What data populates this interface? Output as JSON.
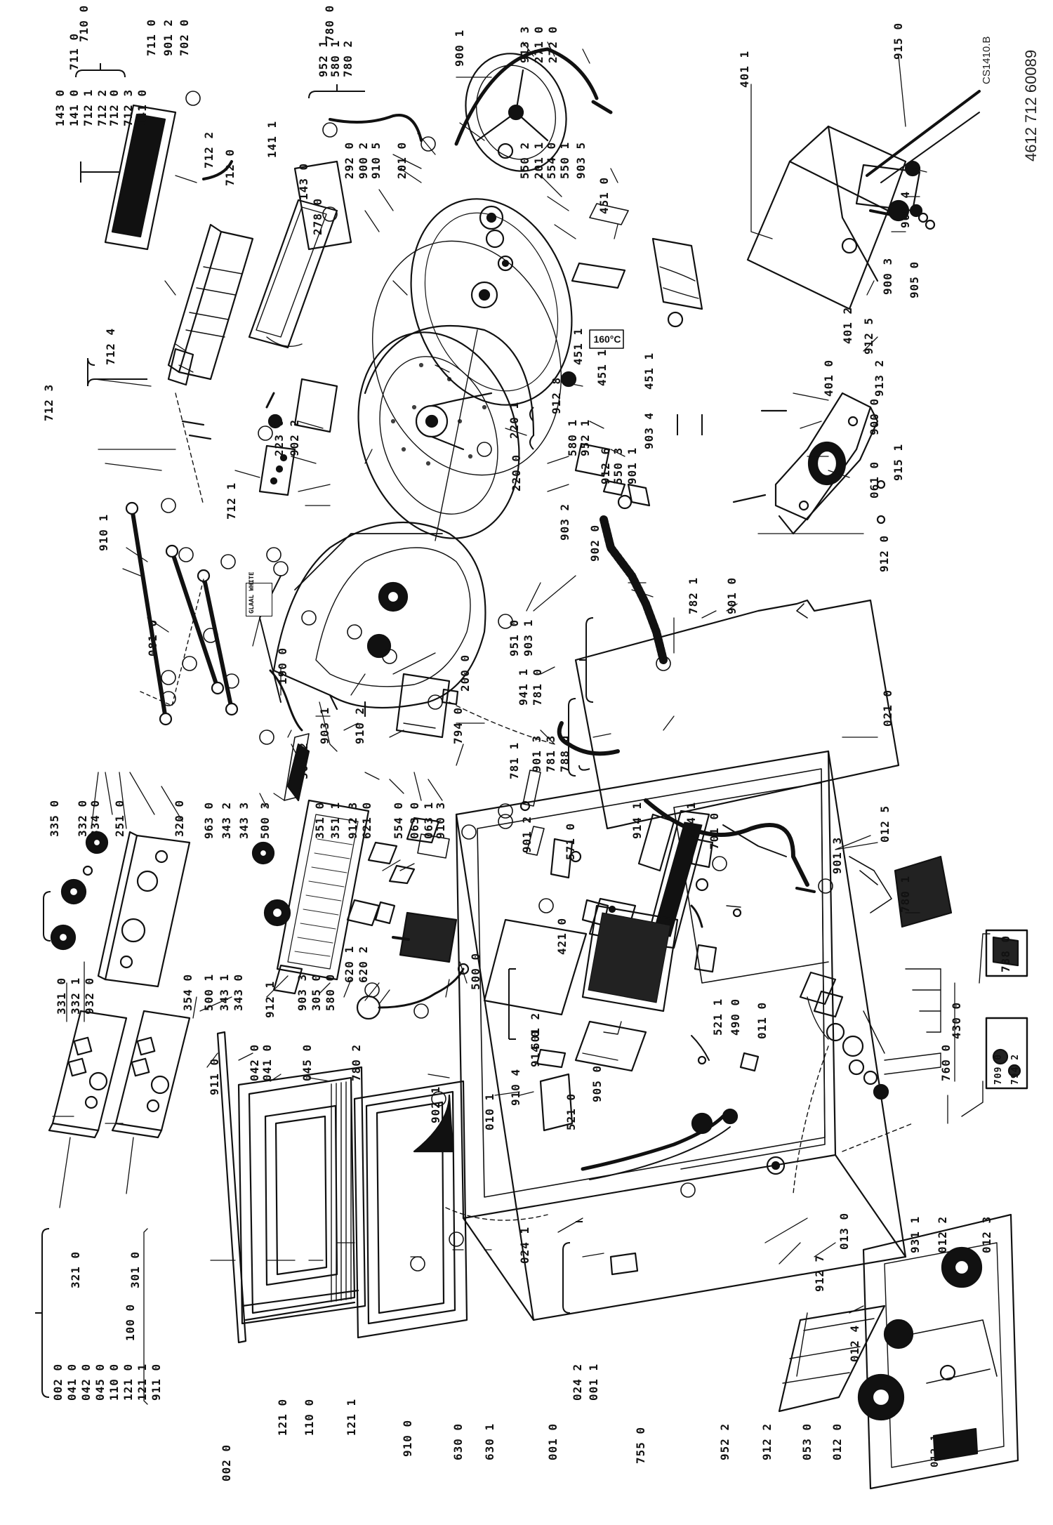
{
  "diagram": {
    "reference_code": "4612 712 60089",
    "sheet_code": "CS1410.B",
    "labels": [
      {
        "id": "l1",
        "text": "100 0"
      },
      {
        "id": "l2",
        "text": "002 0"
      },
      {
        "id": "l3",
        "text": "041 0"
      },
      {
        "id": "l4",
        "text": "042 0"
      },
      {
        "id": "l5",
        "text": "045 0"
      },
      {
        "id": "l6",
        "text": "110 0"
      },
      {
        "id": "l7",
        "text": "121 0"
      },
      {
        "id": "l8",
        "text": "121 1"
      },
      {
        "id": "l9",
        "text": "911 0"
      },
      {
        "id": "l10",
        "text": "002 0"
      },
      {
        "id": "l11",
        "text": "121 0"
      },
      {
        "id": "l12",
        "text": "110 0"
      },
      {
        "id": "l13",
        "text": "121 1"
      },
      {
        "id": "l14",
        "text": "910 0"
      },
      {
        "id": "l15",
        "text": "630 0"
      },
      {
        "id": "l16",
        "text": "630 1"
      },
      {
        "id": "l17",
        "text": "001 0"
      },
      {
        "id": "l18",
        "text": "024 2"
      },
      {
        "id": "l19",
        "text": "001 1"
      },
      {
        "id": "l20",
        "text": "755 0"
      },
      {
        "id": "l21",
        "text": "952 2"
      },
      {
        "id": "l22",
        "text": "912 2"
      },
      {
        "id": "l23",
        "text": "053 0"
      },
      {
        "id": "l24",
        "text": "012 0"
      },
      {
        "id": "l25",
        "text": "321 0"
      },
      {
        "id": "l26",
        "text": "301 0"
      },
      {
        "id": "l27",
        "text": "911 0"
      },
      {
        "id": "l28",
        "text": "042 0"
      },
      {
        "id": "l29",
        "text": "041 0"
      },
      {
        "id": "l30",
        "text": "045 0"
      },
      {
        "id": "l31",
        "text": "780 2"
      },
      {
        "id": "l32",
        "text": "902 1"
      },
      {
        "id": "l33",
        "text": "010 1"
      },
      {
        "id": "l34",
        "text": "910 4"
      },
      {
        "id": "l35",
        "text": "914 0"
      },
      {
        "id": "l36",
        "text": "521 0"
      },
      {
        "id": "l37",
        "text": "905 0"
      },
      {
        "id": "l38",
        "text": "024 1"
      },
      {
        "id": "l39",
        "text": "601 2"
      },
      {
        "id": "l40",
        "text": "013 0"
      },
      {
        "id": "l41",
        "text": "912 7"
      },
      {
        "id": "l42",
        "text": "931 1"
      },
      {
        "id": "l43",
        "text": "012 2"
      },
      {
        "id": "l44",
        "text": "012 3"
      },
      {
        "id": "l45",
        "text": "012 4"
      },
      {
        "id": "l46",
        "text": "012 1"
      },
      {
        "id": "l47",
        "text": "331 0"
      },
      {
        "id": "l48",
        "text": "332 1"
      },
      {
        "id": "l49",
        "text": "932 0"
      },
      {
        "id": "l50",
        "text": "354 0"
      },
      {
        "id": "l51",
        "text": "500 1"
      },
      {
        "id": "l52",
        "text": "343 1"
      },
      {
        "id": "l53",
        "text": "343 0"
      },
      {
        "id": "l54",
        "text": "912 1"
      },
      {
        "id": "l55",
        "text": "903 3"
      },
      {
        "id": "l56",
        "text": "305 0"
      },
      {
        "id": "l57",
        "text": "580 0"
      },
      {
        "id": "l58",
        "text": "620 1"
      },
      {
        "id": "l59",
        "text": "620 2"
      },
      {
        "id": "l60",
        "text": "500 0"
      },
      {
        "id": "l61",
        "text": "335 0"
      },
      {
        "id": "l62",
        "text": "332 0"
      },
      {
        "id": "l63",
        "text": "334 0"
      },
      {
        "id": "l64",
        "text": "251 0"
      },
      {
        "id": "l65",
        "text": "320 0"
      },
      {
        "id": "l66",
        "text": "963 0"
      },
      {
        "id": "l67",
        "text": "343 2"
      },
      {
        "id": "l68",
        "text": "343 3"
      },
      {
        "id": "l69",
        "text": "500 3"
      },
      {
        "id": "l70",
        "text": "500 2"
      },
      {
        "id": "l71",
        "text": "351 0"
      },
      {
        "id": "l72",
        "text": "351 1"
      },
      {
        "id": "l73",
        "text": "912 3"
      },
      {
        "id": "l74",
        "text": "621 0"
      },
      {
        "id": "l75",
        "text": "554 0"
      },
      {
        "id": "l76",
        "text": "063 0"
      },
      {
        "id": "l77",
        "text": "063 1"
      },
      {
        "id": "l78",
        "text": "910 3"
      },
      {
        "id": "l79",
        "text": "081 0"
      },
      {
        "id": "l80",
        "text": "190 0"
      },
      {
        "id": "l81",
        "text": "910 1"
      },
      {
        "id": "l82",
        "text": "910 2"
      },
      {
        "id": "l83",
        "text": "903 1"
      },
      {
        "id": "l84",
        "text": "794 0"
      },
      {
        "id": "l85",
        "text": "200 0"
      },
      {
        "id": "l86",
        "text": "951 0"
      },
      {
        "id": "l87",
        "text": "903 1"
      },
      {
        "id": "l88",
        "text": "941 1"
      },
      {
        "id": "l89",
        "text": "781 0"
      },
      {
        "id": "l90",
        "text": "901 3"
      },
      {
        "id": "l91",
        "text": "781 3"
      },
      {
        "id": "l92",
        "text": "788 0"
      },
      {
        "id": "l93",
        "text": "781 1"
      },
      {
        "id": "l94",
        "text": "901 2"
      },
      {
        "id": "l95",
        "text": "571 0"
      },
      {
        "id": "l96",
        "text": "914 1"
      },
      {
        "id": "l97",
        "text": "794 1"
      },
      {
        "id": "l98",
        "text": "701 0"
      },
      {
        "id": "l99",
        "text": "421 0"
      },
      {
        "id": "l100",
        "text": "521 1"
      },
      {
        "id": "l101",
        "text": "490 0"
      },
      {
        "id": "l102",
        "text": "011 0"
      },
      {
        "id": "l103",
        "text": "712 3"
      },
      {
        "id": "l104",
        "text": "712 4"
      },
      {
        "id": "l105",
        "text": "712 1"
      },
      {
        "id": "l106",
        "text": "223 0"
      },
      {
        "id": "l107",
        "text": "902 2"
      },
      {
        "id": "l108",
        "text": "220 1"
      },
      {
        "id": "l109",
        "text": "220 0"
      },
      {
        "id": "l110",
        "text": "912 8"
      },
      {
        "id": "l111",
        "text": "580 1"
      },
      {
        "id": "l112",
        "text": "952 1"
      },
      {
        "id": "l113",
        "text": "903 2"
      },
      {
        "id": "l114",
        "text": "902 0"
      },
      {
        "id": "l115",
        "text": "912 6"
      },
      {
        "id": "l116",
        "text": "550 3"
      },
      {
        "id": "l117",
        "text": "901 1"
      },
      {
        "id": "l118",
        "text": "903 4"
      },
      {
        "id": "l119",
        "text": "451 1"
      },
      {
        "id": "l120",
        "text": "451 1"
      },
      {
        "id": "l121",
        "text": "782 1"
      },
      {
        "id": "l122",
        "text": "901 0"
      },
      {
        "id": "l123",
        "text": "021 0"
      },
      {
        "id": "l124",
        "text": "901 3"
      },
      {
        "id": "l125",
        "text": "012 5"
      },
      {
        "id": "l126",
        "text": "780 1"
      },
      {
        "id": "l127",
        "text": "788 0"
      },
      {
        "id": "l128",
        "text": "430 0"
      },
      {
        "id": "l129",
        "text": "760 0"
      },
      {
        "id": "l130",
        "text": "709 0"
      },
      {
        "id": "l131",
        "text": "794 2"
      },
      {
        "id": "l132",
        "text": "143 0"
      },
      {
        "id": "l133",
        "text": "141 0"
      },
      {
        "id": "l134",
        "text": "712 1"
      },
      {
        "id": "l135",
        "text": "712 2"
      },
      {
        "id": "l136",
        "text": "711 0"
      },
      {
        "id": "l137",
        "text": "710 0"
      },
      {
        "id": "l138",
        "text": "712 0"
      },
      {
        "id": "l139",
        "text": "712 3"
      },
      {
        "id": "l140",
        "text": "141 0"
      },
      {
        "id": "l141",
        "text": "711 0"
      },
      {
        "id": "l142",
        "text": "901 2"
      },
      {
        "id": "l143",
        "text": "702 0"
      },
      {
        "id": "l144",
        "text": "712 0"
      },
      {
        "id": "l145",
        "text": "712 2"
      },
      {
        "id": "l146",
        "text": "141 1"
      },
      {
        "id": "l147",
        "text": "143 0"
      },
      {
        "id": "l148",
        "text": "278 0"
      },
      {
        "id": "l149",
        "text": "952 1"
      },
      {
        "id": "l150",
        "text": "580 1"
      },
      {
        "id": "l151",
        "text": "780 2"
      },
      {
        "id": "l152",
        "text": "780 0"
      },
      {
        "id": "l153",
        "text": "292 0"
      },
      {
        "id": "l154",
        "text": "900 2"
      },
      {
        "id": "l155",
        "text": "910 5"
      },
      {
        "id": "l156",
        "text": "201 0"
      },
      {
        "id": "l157",
        "text": "900 1"
      },
      {
        "id": "l158",
        "text": "550 2"
      },
      {
        "id": "l159",
        "text": "201 1"
      },
      {
        "id": "l160",
        "text": "554 0"
      },
      {
        "id": "l161",
        "text": "550 1"
      },
      {
        "id": "l162",
        "text": "903 5"
      },
      {
        "id": "l163",
        "text": "451 0"
      },
      {
        "id": "l164",
        "text": "451 1"
      },
      {
        "id": "l165",
        "text": "913 3"
      },
      {
        "id": "l166",
        "text": "271 0"
      },
      {
        "id": "l167",
        "text": "272 0"
      },
      {
        "id": "l168",
        "text": "401 1"
      },
      {
        "id": "l169",
        "text": "915 0"
      },
      {
        "id": "l170",
        "text": "900 4"
      },
      {
        "id": "l171",
        "text": "905 0"
      },
      {
        "id": "l172",
        "text": "900 3"
      },
      {
        "id": "l173",
        "text": "912 5"
      },
      {
        "id": "l174",
        "text": "401 2"
      },
      {
        "id": "l175",
        "text": "401 0"
      },
      {
        "id": "l176",
        "text": "913 2"
      },
      {
        "id": "l177",
        "text": "900 0"
      },
      {
        "id": "l178",
        "text": "915 1"
      },
      {
        "id": "l179",
        "text": "061 0"
      },
      {
        "id": "l180",
        "text": "912 0"
      }
    ],
    "stickers": [
      {
        "id": "s1",
        "text": "GLAAL WHITE"
      },
      {
        "id": "s2",
        "text": "160°C"
      }
    ]
  }
}
